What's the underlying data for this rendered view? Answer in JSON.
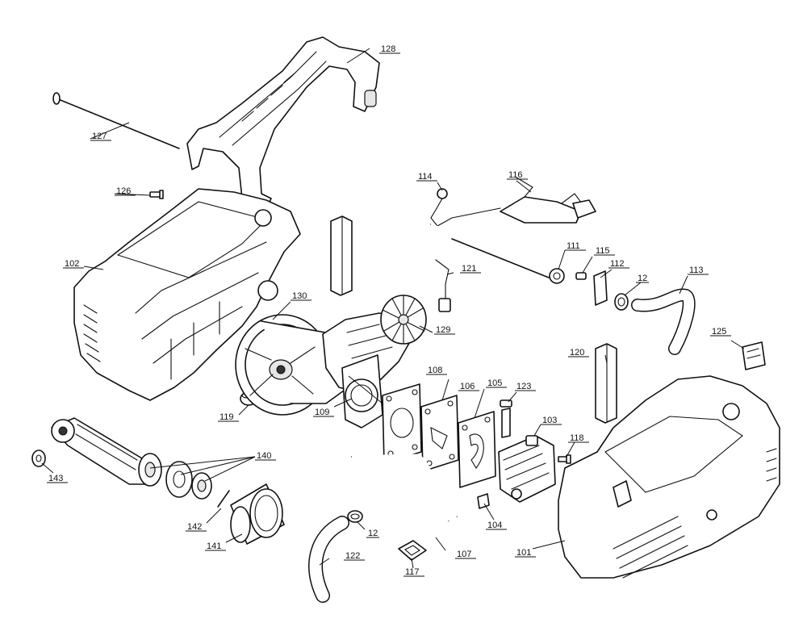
{
  "part_labels": {
    "p101": "101",
    "p102": "102",
    "p103": "103",
    "p104": "104",
    "p105": "105",
    "p106": "106",
    "p107": "107",
    "p108": "108",
    "p109": "109",
    "p111": "111",
    "p112": "112",
    "p113": "113",
    "p114": "114",
    "p115": "115",
    "p116": "116",
    "p117": "117",
    "p118": "118",
    "p119": "119",
    "p120": "120",
    "p121": "121",
    "p122": "122",
    "p123": "123",
    "p125": "125",
    "p126": "126",
    "p127": "127",
    "p128": "128",
    "p129": "129",
    "p130": "130",
    "p140": "140",
    "p141": "141",
    "p142": "142",
    "p143": "143",
    "p12a": "12",
    "p12b": "12"
  }
}
